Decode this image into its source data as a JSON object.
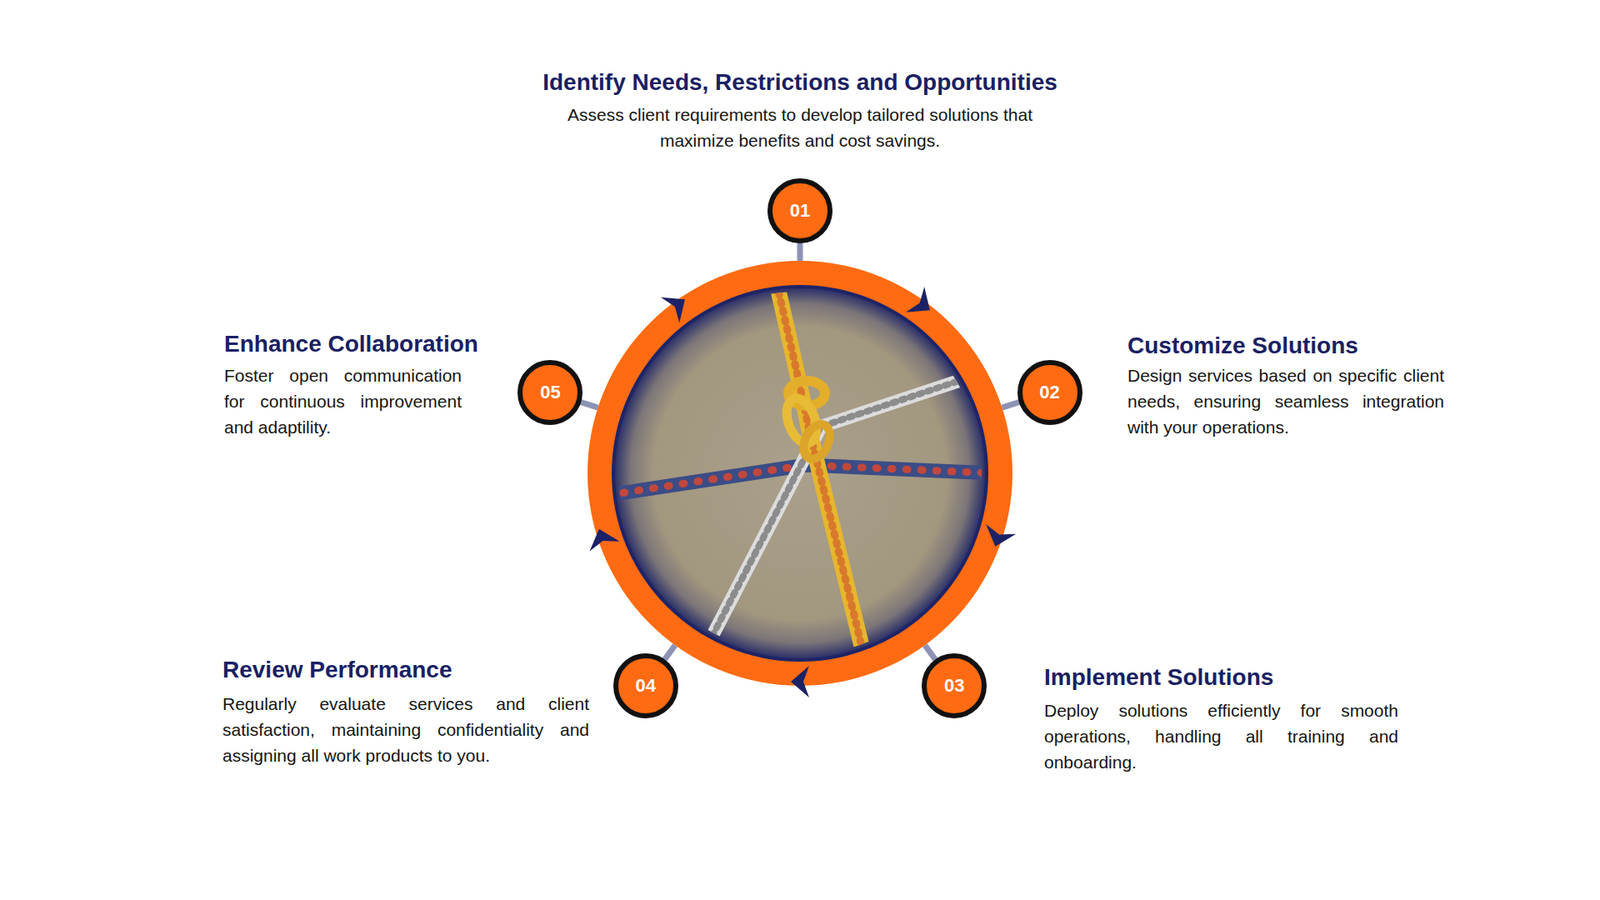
{
  "diagram": {
    "nodes": [
      {
        "text": [
          "01"
        ]
      },
      {
        "text": [
          "02"
        ]
      },
      {
        "text": [
          "03"
        ]
      },
      {
        "text": [
          "04"
        ]
      },
      {
        "text": [
          "05"
        ]
      }
    ],
    "labels": [
      "Identify Needs, Restrictions and Opportunities",
      "Assess client requirements to develop tailored solutions that maximize benefits and cost savings.",
      "Customize Solutions",
      "Design services based on specific client needs, ensuring seamless integration with your operations.",
      "Implement Solutions",
      "Deploy solutions efficiently for smooth operations, handling all training and onboarding.",
      "Review Performance",
      "Regularly evaluate services and client satisfaction, maintaining confidentiality and assigning all work products to you.",
      "Enhance Collaboration",
      "Foster open communication for continuous improvement and adaptility."
    ]
  }
}
